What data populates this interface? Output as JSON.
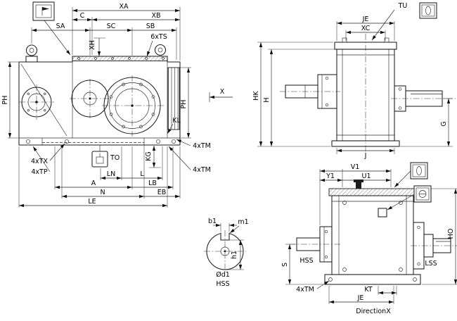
{
  "front": {
    "xa": "XA",
    "c": "C",
    "xb": "XB",
    "sa": "SA",
    "sc": "SC",
    "sb": "SB",
    "xh": "XH",
    "ts": "6xTS",
    "ph_left": "PH",
    "ph_right": "PH",
    "x_axis": "X",
    "kl": "KL",
    "kg": "KG",
    "to": "TO",
    "tx": "4xTX",
    "tp": "4xTP",
    "tm_upper": "4xTM",
    "tm_lower": "4xTM",
    "ln": "LN",
    "l": "L",
    "a": "A",
    "lb": "LB",
    "n": "N",
    "eb": "EB",
    "le": "LE"
  },
  "side": {
    "tu": "TU",
    "je": "JE",
    "xc": "XC",
    "hk": "HK",
    "h": "H",
    "g": "G",
    "j": "J"
  },
  "output": {
    "v1": "V1",
    "y1": "Y1",
    "u1": "U1",
    "s": "S",
    "ho": "HO",
    "hss": "HSS",
    "lss": "LSS",
    "tm": "4xTM",
    "kt": "KT",
    "je": "JE",
    "direction": "DirectionX"
  },
  "shaft": {
    "b1": "b1",
    "m1": "m1",
    "h1": "h1",
    "d1": "Ød1",
    "hss": "HSS"
  },
  "symbols": {
    "top_left": "flag-plug-symbol",
    "side_top": "breather-plug-symbol",
    "output_box_1": "oil-sight-glass-symbol",
    "output_box_2": "drain-plug-symbol",
    "front_bottom": "drain-plug-symbol"
  }
}
